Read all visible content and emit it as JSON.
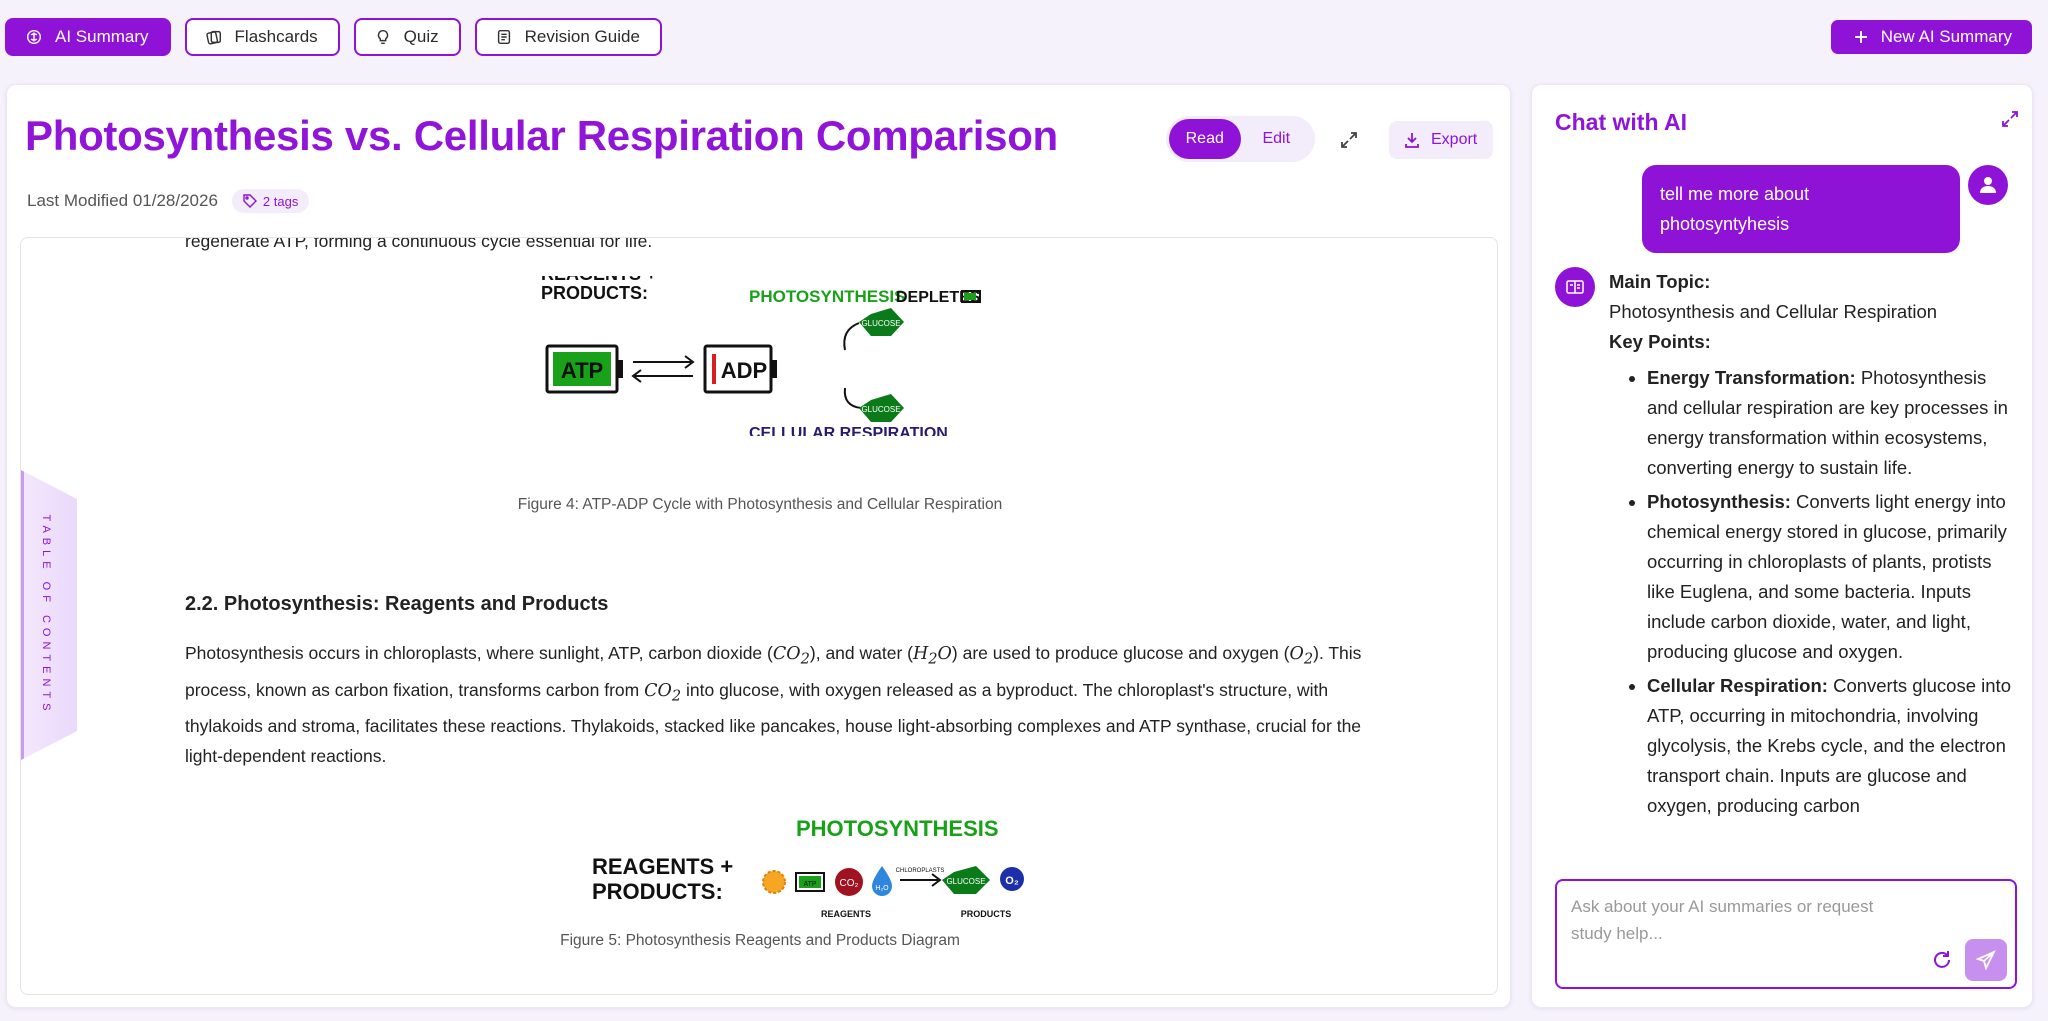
{
  "toolbar": {
    "tabs": [
      {
        "label": "AI Summary",
        "icon": "brain-icon",
        "active": true
      },
      {
        "label": "Flashcards",
        "icon": "cards-icon",
        "active": false
      },
      {
        "label": "Quiz",
        "icon": "lightbulb-icon",
        "active": false
      },
      {
        "label": "Revision Guide",
        "icon": "document-icon",
        "active": false
      }
    ],
    "new_summary_label": "New AI Summary"
  },
  "document": {
    "title": "Photosynthesis vs. Cellular Respiration Comparison",
    "mode_read": "Read",
    "mode_edit": "Edit",
    "export_label": "Export",
    "last_modified": "Last Modified 01/28/2026",
    "tags_label": "2 tags",
    "toc_label": "TABLE OF CONTENTS",
    "intro_tail": "regenerate ATP, forming a continuous cycle essential for life.",
    "figure4": {
      "reagents_label": "REAGENTS +",
      "products_label": "PRODUCTS:",
      "photosynthesis": "PHOTOSYNTHESIS",
      "depletes": "DEPLETES",
      "atp": "ATP",
      "adp": "ADP",
      "glucose": "GLUCOSE",
      "cellular_respiration": "CELLULAR RESPIRATION",
      "caption": "Figure 4: ATP-ADP Cycle with Photosynthesis and Cellular Respiration"
    },
    "section_heading": "2.2. Photosynthesis: Reagents and Products",
    "section_text": {
      "p1": "Photosynthesis occurs in chloroplasts, where sunlight, ATP, carbon dioxide (",
      "co2": "CO",
      "p2": "), and water (",
      "h2o_h": "H",
      "h2o_o": "O",
      "p3": ") are used to produce glucose and oxygen (",
      "o2": "O",
      "p4": "). This process, known as carbon fixation, transforms carbon from ",
      "p5": " into glucose, with oxygen released as a byproduct. The chloroplast's structure, with thylakoids and stroma, facilitates these reactions. Thylakoids, stacked like pancakes, house light-absorbing complexes and ATP synthase, crucial for the light-dependent reactions.",
      "sub2": "2"
    },
    "figure5": {
      "photosynthesis": "PHOTOSYNTHESIS",
      "reagents_label": "REAGENTS +",
      "products_label": "PRODUCTS:",
      "atp": "ATP",
      "co2": "CO₂",
      "h2o": "H₂O",
      "chloroplasts": "CHLOROPLASTS",
      "glucose": "GLUCOSE",
      "o2": "O₂",
      "reagents": "REAGENTS",
      "products": "PRODUCTS",
      "caption": "Figure 5: Photosynthesis Reagents and Products Diagram"
    }
  },
  "chat": {
    "title": "Chat with AI",
    "user_message": "tell me more about photosyntyhesis",
    "ai": {
      "main_topic_label": "Main Topic:",
      "main_topic": "Photosynthesis and Cellular Respiration",
      "key_points_label": "Key Points:",
      "points": [
        {
          "label": "Energy Transformation:",
          "text": " Photosynthesis and cellular respiration are key processes in energy transformation within ecosystems, converting energy to sustain life."
        },
        {
          "label": "Photosynthesis:",
          "text": " Converts light energy into chemical energy stored in glucose, primarily occurring in chloroplasts of plants, protists like Euglena, and some bacteria. Inputs include carbon dioxide, water, and light, producing glucose and oxygen."
        },
        {
          "label": "Cellular Respiration:",
          "text": " Converts glucose into ATP, occurring in mitochondria, involving glycolysis, the Krebs cycle, and the electron transport chain. Inputs are glucose and oxygen, producing carbon"
        }
      ]
    },
    "input_placeholder": "Ask about your AI summaries or request study help..."
  },
  "colors": {
    "accent": "#8e13d6",
    "title": "#9015d9",
    "accent_soft": "#f3ecfb",
    "green": "#1aa11a",
    "dark_green": "#0b7a18",
    "navy": "#2a1a6e"
  }
}
